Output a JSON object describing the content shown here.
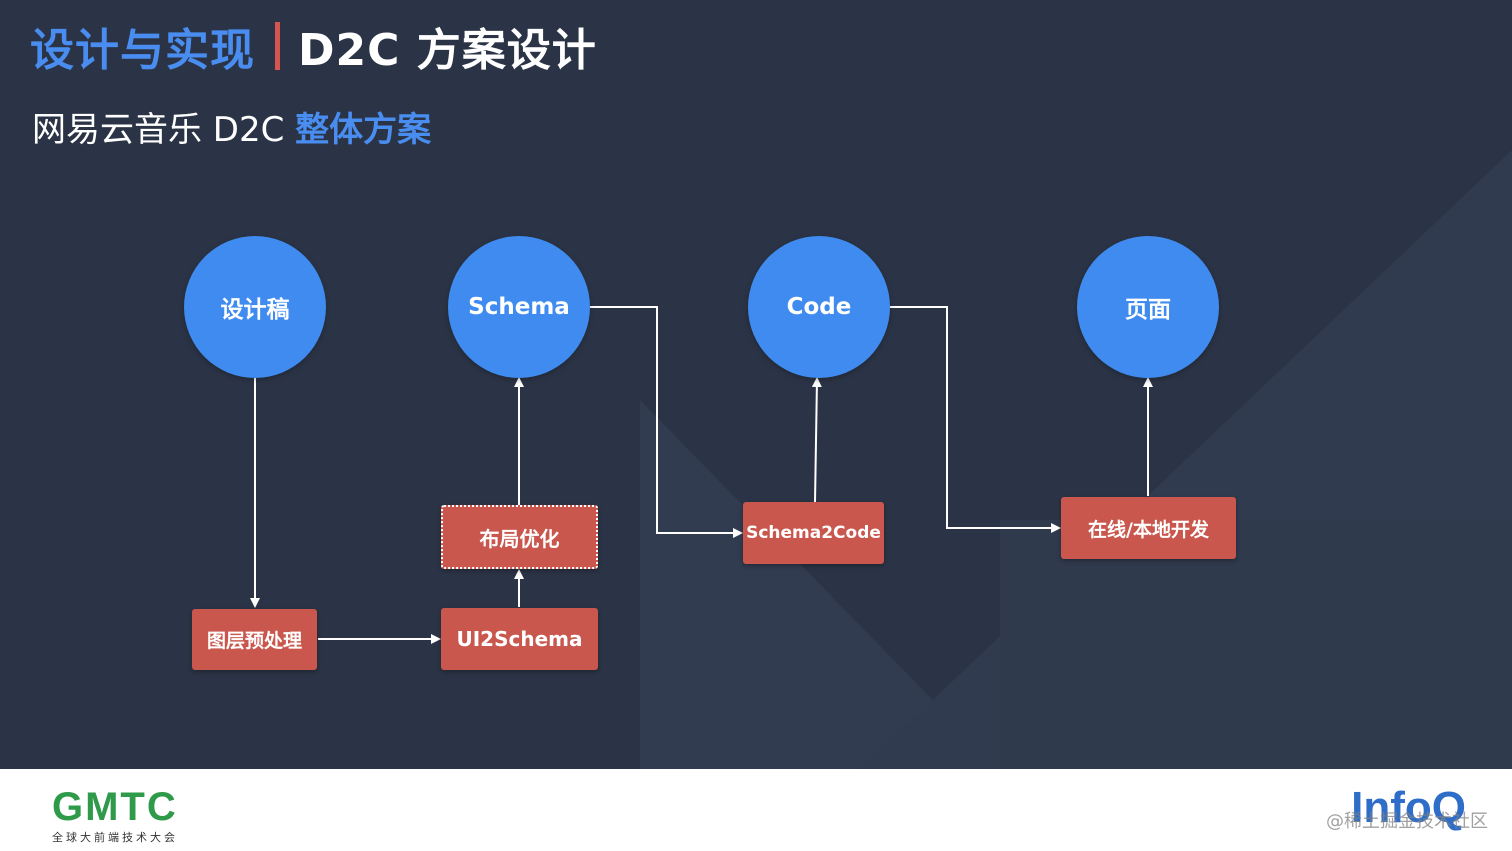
{
  "header": {
    "title_part1": "设计与实现",
    "title_part2": "D2C 方案设计",
    "subtitle_plain": "网易云音乐 D2C ",
    "subtitle_highlight": "整体方案"
  },
  "diagram": {
    "circles": {
      "design": "设计稿",
      "schema": "Schema",
      "code": "Code",
      "page": "页面"
    },
    "boxes": {
      "preprocess": "图层预处理",
      "ui2schema": "UI2Schema",
      "layout_opt": "布局优化",
      "schema2code": "Schema2Code",
      "online_local": "在线/本地开发"
    }
  },
  "footer": {
    "gmtc_logo": "GMTC",
    "gmtc_subtitle": "全球大前端技术大会",
    "infoq_logo": "InfoQ",
    "watermark": "@稀土掘金技术社区"
  },
  "colors": {
    "background": "#2b3446",
    "accent_blue": "#3f8bef",
    "box_red": "#c9574d",
    "separator_red": "#d9534f"
  }
}
